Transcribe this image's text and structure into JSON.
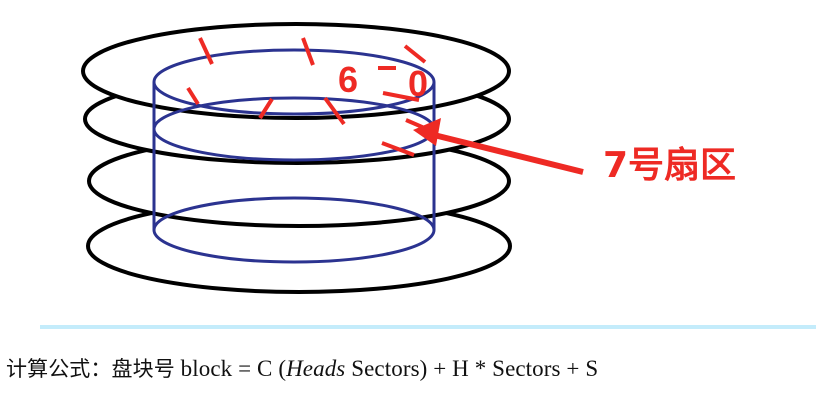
{
  "diagram": {
    "sector_label": "7号扇区",
    "label_six": "6",
    "label_zero": "0"
  },
  "colors": {
    "platter_stroke": "#000000",
    "cylinder_stroke": "#2b3390",
    "annotation_red": "#ee2a24",
    "baseline_blue": "#c4ecfb"
  },
  "formula": {
    "prefix": "计算公式：盘块号",
    "block_eq": " block = C (",
    "heads": "Heads",
    "rest": " Sectors) + H * Sectors + S"
  }
}
